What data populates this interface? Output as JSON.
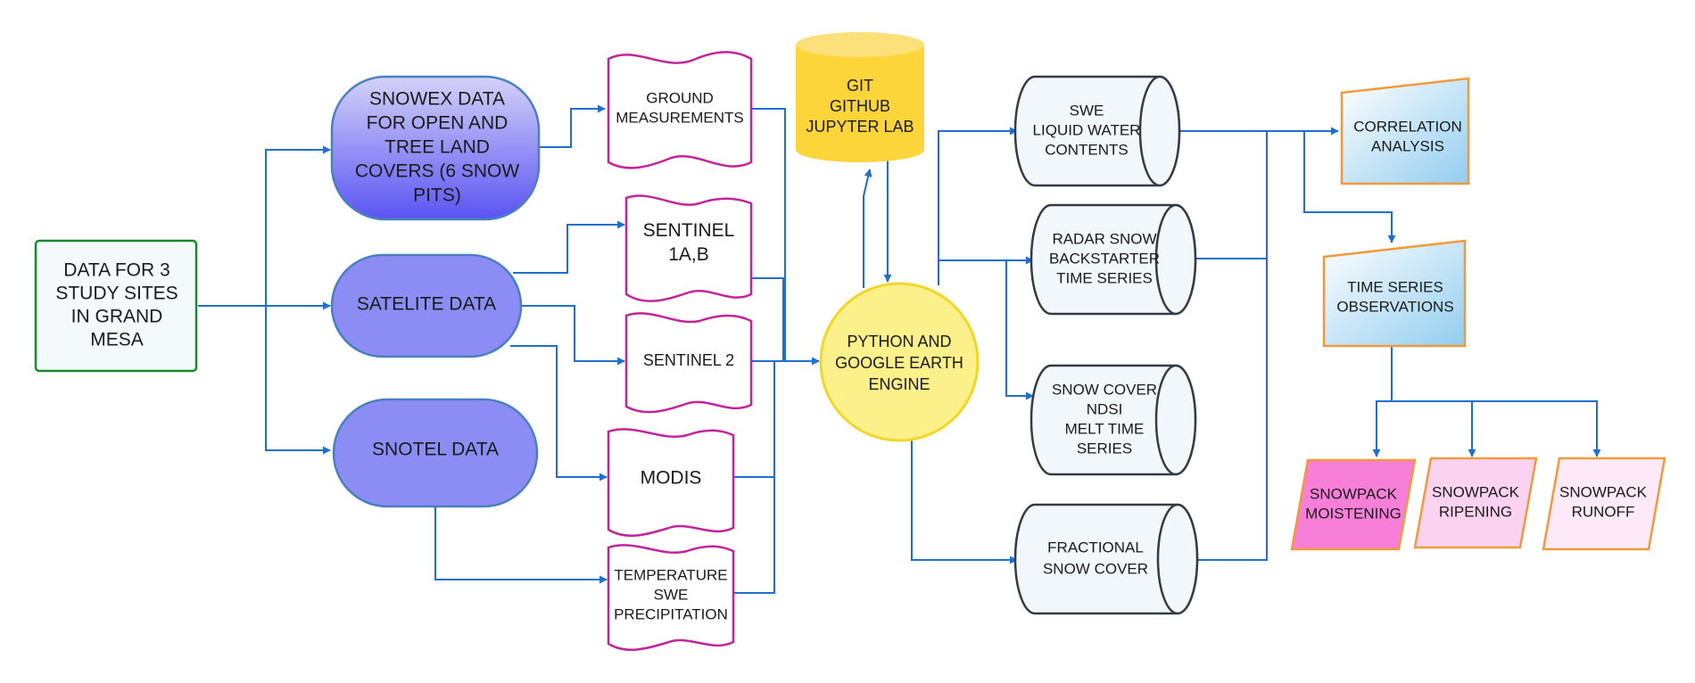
{
  "colors": {
    "edge": "#1e6fd0",
    "source_stroke": "#1a8a2a",
    "data_fill": "#8c8cf5",
    "data_stroke": "#4a7fc0",
    "doc_stroke": "#c2259a",
    "git_fill": "#fbd53a",
    "engine_fill": "#fbf08a",
    "engine_stroke": "#f2d62a",
    "cyl_fill": "#f2f7fb",
    "cyl_stroke": "#333b44",
    "analysis_stroke": "#ef9a3c",
    "moist_fill": "#f77fd8",
    "ripen_fill": "#fbd3f0",
    "runoff_fill": "#fde9f7"
  },
  "nodes": {
    "source": [
      "DATA FOR 3",
      "STUDY SITES",
      "IN  GRAND",
      "MESA"
    ],
    "snowex": [
      "SNOWEX DATA",
      "FOR OPEN AND",
      "TREE LAND",
      "COVERS (6 SNOW",
      "PITS)"
    ],
    "satellite": [
      "SATELITE DATA"
    ],
    "snotel": [
      "SNOTEL DATA"
    ],
    "ground": [
      "GROUND",
      "MEASUREMENTS"
    ],
    "sentinel1": [
      "SENTINEL",
      "1A,B"
    ],
    "sentinel2": [
      "SENTINEL 2"
    ],
    "modis": [
      "MODIS"
    ],
    "temperature": [
      "TEMPERATURE",
      "SWE",
      "PRECIPITATION"
    ],
    "git": [
      "GIT",
      "GITHUB",
      "JUPYTER LAB"
    ],
    "engine": [
      "PYTHON  AND",
      "GOOGLE EARTH",
      "ENGINE"
    ],
    "swe": [
      "SWE",
      "LIQUID WATER",
      "CONTENTS"
    ],
    "radar": [
      "RADAR SNOW",
      "BACKSTARTER",
      "TIME SERIES"
    ],
    "snowcover": [
      "SNOW COVER",
      "NDSI",
      "MELT TIME",
      "SERIES"
    ],
    "fractional": [
      "FRACTIONAL",
      "SNOW COVER"
    ],
    "correlation": [
      "CORRELATION",
      "ANALYSIS"
    ],
    "timeseries": [
      "TIME SERIES",
      "OBSERVATIONS"
    ],
    "moistening": [
      "SNOWPACK",
      "MOISTENING"
    ],
    "ripening": [
      "SNOWPACK",
      "RIPENING"
    ],
    "runoff": [
      "SNOWPACK",
      "RUNOFF"
    ]
  }
}
